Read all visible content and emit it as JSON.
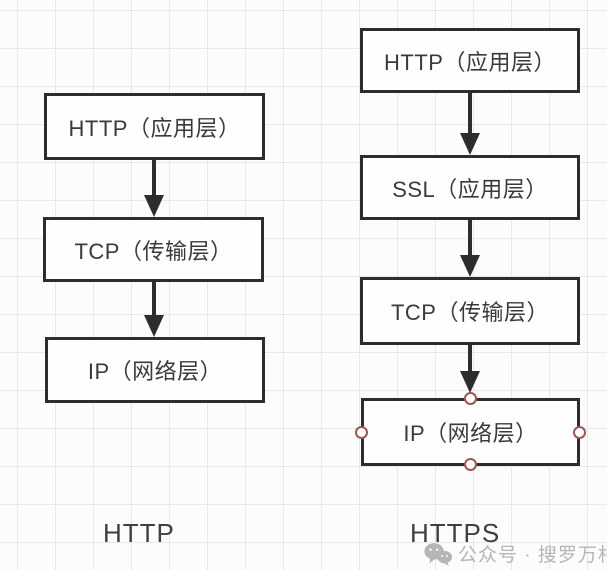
{
  "diagram": {
    "left_column": {
      "label": "HTTP",
      "boxes": [
        {
          "text": "HTTP（应用层）"
        },
        {
          "text": "TCP（传输层）"
        },
        {
          "text": "IP（网络层）"
        }
      ]
    },
    "right_column": {
      "label": "HTTPS",
      "boxes": [
        {
          "text": "HTTP（应用层）"
        },
        {
          "text": "SSL（应用层）"
        },
        {
          "text": "TCP（传输层）"
        },
        {
          "text": "IP（网络层）"
        }
      ]
    }
  },
  "watermark": {
    "icon": "wechat-icon",
    "text": "公众号 · 搜罗万相"
  },
  "colors": {
    "background": "#fdfcfc",
    "grid_line": "#ece8e8",
    "box_border": "#2d2d2d",
    "box_fill": "#fefefe",
    "box_text": "#3a3a3a",
    "arrow": "#2d2d2d",
    "handle_border": "#9b5757",
    "handle_fill": "#ffffff",
    "label_text": "#3f3f3f",
    "watermark": "#b5b5b5"
  }
}
